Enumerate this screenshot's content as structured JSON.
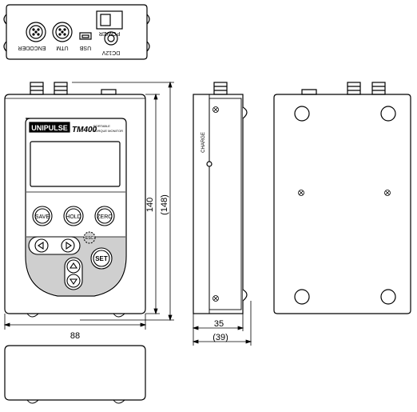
{
  "connectors": {
    "encoder": "ENCODER",
    "utm": "UTM",
    "usb": "USB",
    "dc12v": "DC12V",
    "power": "POWER"
  },
  "front": {
    "brand": "UNIPULSE",
    "model": "TM400",
    "model_sub_1": "PORTABLE",
    "model_sub_2": "TORQUE MONITOR",
    "keys": {
      "save": "SAVE",
      "hold": "HOLD",
      "zero": "ZERO",
      "esc": "ESC",
      "set": "SET"
    }
  },
  "side": {
    "charge": "CHARGE"
  },
  "dimensions": {
    "width": "88",
    "height": "140",
    "height_total": "(148)",
    "depth": "35",
    "depth_total": "(39)"
  }
}
